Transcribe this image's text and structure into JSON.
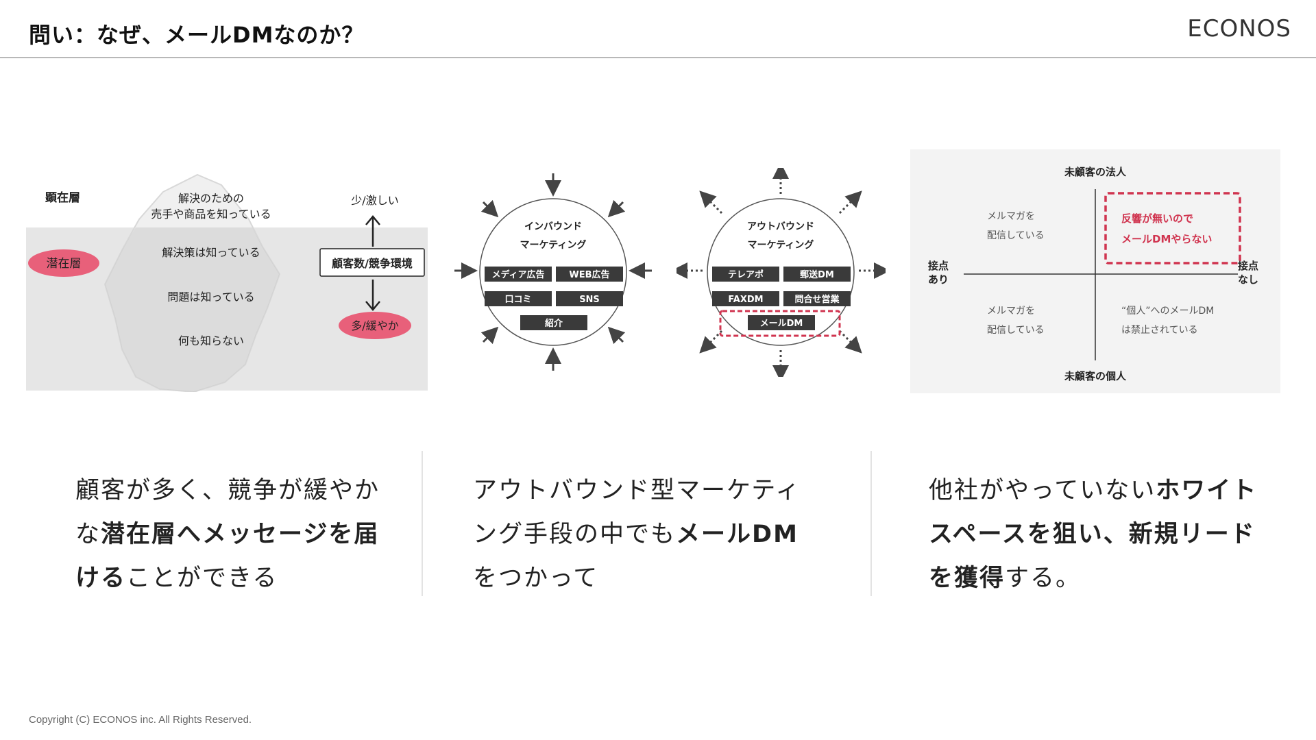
{
  "header": {
    "title": "問い：なぜ、メールDMなのか？",
    "logo": "ECONOS"
  },
  "colors": {
    "accent_pink": "#e8607a",
    "accent_red": "#d0344f",
    "dark_box": "#3a3a3a",
    "grey_bg": "#e9e9e9"
  },
  "iceberg": {
    "label_manifest": "顕在層",
    "label_latent": "潜在層",
    "level1_line1": "解決のための",
    "level1_line2": "売手や商品を知っている",
    "level2": "解決策は知っている",
    "level3": "問題は知っている",
    "level4": "何も知らない",
    "top_label": "少/激しい",
    "middle_box": "顧客数/競争環境",
    "bottom_label": "多/緩やか"
  },
  "inbound": {
    "title_line1": "インバウンド",
    "title_line2": "マーケティング",
    "items": [
      "メディア広告",
      "WEB広告",
      "口コミ",
      "SNS",
      "紹介"
    ]
  },
  "outbound": {
    "title_line1": "アウトバウンド",
    "title_line2": "マーケティング",
    "items": [
      "テレアポ",
      "郵送DM",
      "FAXDM",
      "問合せ営業",
      "メールDM"
    ]
  },
  "matrix": {
    "top": "未顧客の法人",
    "bottom": "未顧客の個人",
    "left_line1": "接点",
    "left_line2": "あり",
    "right_line1": "接点",
    "right_line2": "なし",
    "tl_line1": "メルマガを",
    "tl_line2": "配信している",
    "tr_line1": "反響が無いので",
    "tr_line2": "メールDMやらない",
    "bl_line1": "メルマガを",
    "bl_line2": "配信している",
    "br_line1": "“個人”へのメールDM",
    "br_line2": "は禁止されている"
  },
  "captions": {
    "c1_l1": "顧客が多く、競争が緩やか",
    "c1_l2a": "な",
    "c1_l2b": "潜在層へメッセージを届",
    "c1_l3a": "ける",
    "c1_l3b": "ことができる",
    "c2_l1": "アウトバウンド型マーケティ",
    "c2_l2a": "ング手段の中でも",
    "c2_l2b": "メールDM",
    "c2_l3": "をつかって",
    "c3_l1a": "他社がやっていない",
    "c3_l1b": "ホワイト",
    "c3_l2": "スペースを狙い、新規リード",
    "c3_l3a": "を獲得",
    "c3_l3b": "する。"
  },
  "footer": {
    "copyright": "Copyright (C) ECONOS inc. All Rights Reserved."
  }
}
